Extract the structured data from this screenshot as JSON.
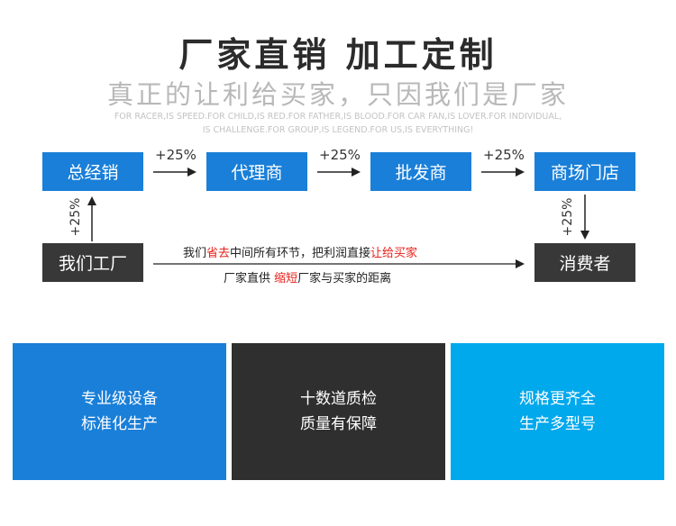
{
  "header": {
    "title": "厂家直销  加工定制",
    "subtitle": "真正的让利给买家，只因我们是厂家",
    "english_line1": "FOR RACER,IS SPEED.FOR CHILD,IS RED.FOR FATHER,IS BLOOD.FOR CAR FAN,IS LOVER.FOR INDIVIDUAL,",
    "english_line2": "IS CHALLENGE.FOR GROUP,IS LEGEND.FOR US,IS EVERYTHING!"
  },
  "flow": {
    "boxes": {
      "distributor": "总经销",
      "agent": "代理商",
      "wholesaler": "批发商",
      "store": "商场门店",
      "factory": "我们工厂",
      "consumer": "消费者"
    },
    "markups": [
      "+25%",
      "+25%",
      "+25%",
      "+25%",
      "+25%"
    ],
    "note_top": {
      "part1": "我们",
      "part2": "省去",
      "part3": "中间所有环节，把利润直接",
      "part4": "让给买家"
    },
    "note_bottom": {
      "part1": "厂家直供 ",
      "part2": "缩短",
      "part3": "厂家与买家的距离"
    }
  },
  "panels": [
    {
      "line1": "专业级设备",
      "line2": "标准化生产",
      "color": "#1a7fd8"
    },
    {
      "line1": "十数道质检",
      "line2": "质量有保障",
      "color": "#2f2f2f"
    },
    {
      "line1": "规格更齐全",
      "line2": "生产多型号",
      "color": "#00a8ec"
    }
  ],
  "colors": {
    "box_blue": "#1a7fd8",
    "box_dark": "#383838",
    "highlight_red": "#e8201a"
  }
}
